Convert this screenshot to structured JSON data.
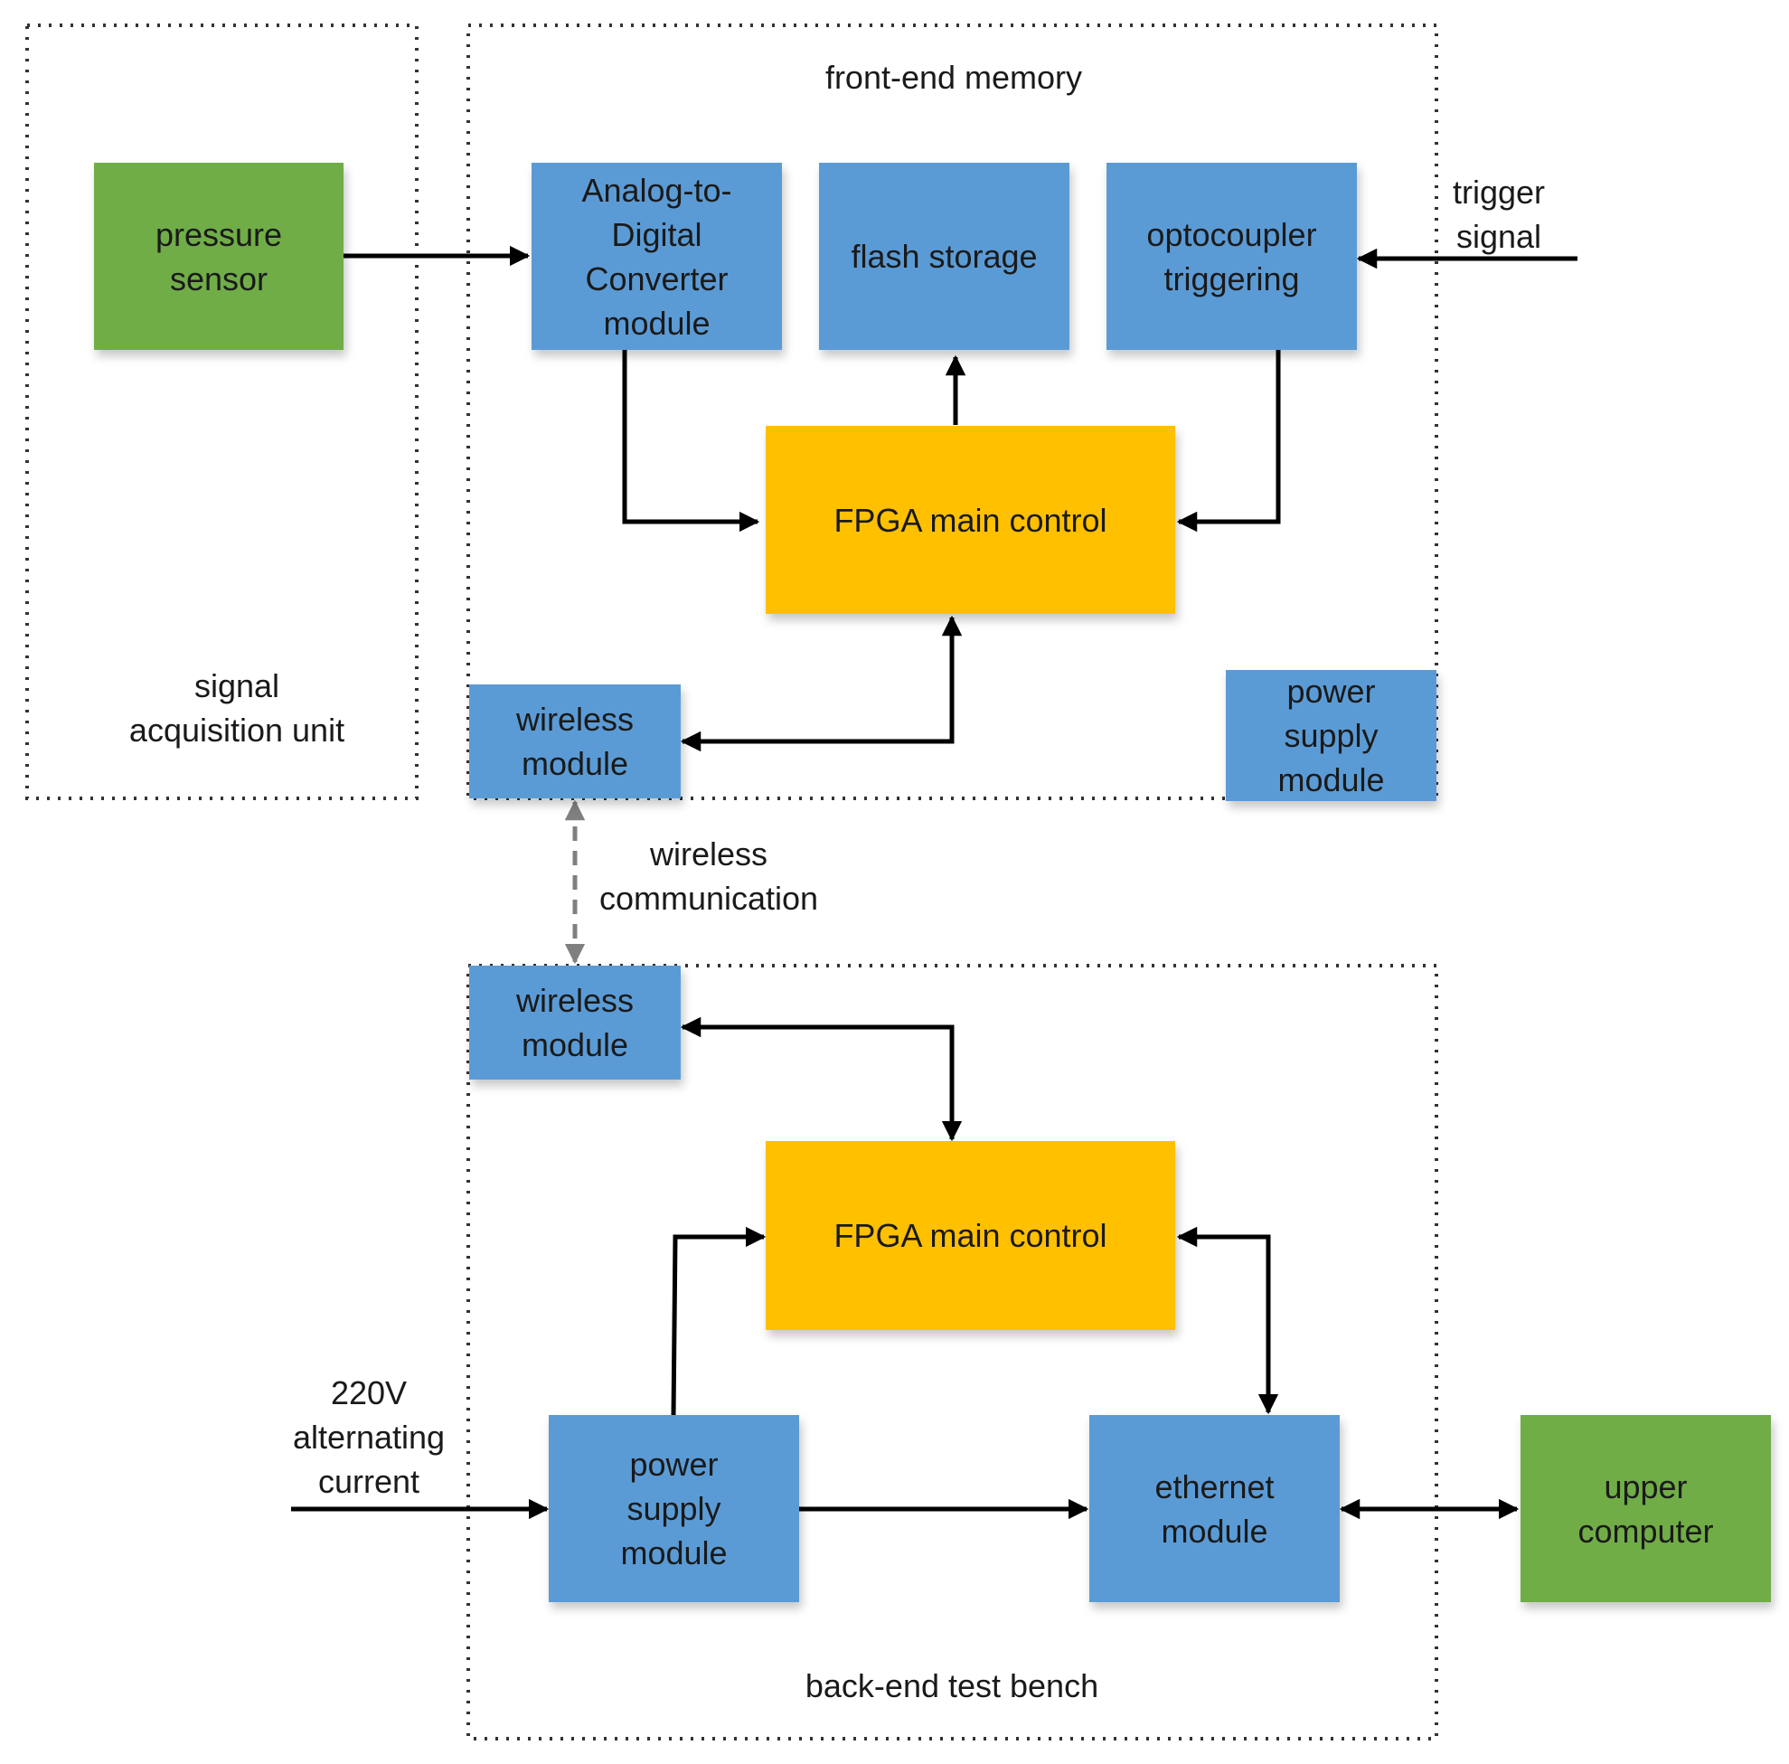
{
  "colors": {
    "module": "#5b9bd5",
    "controller": "#ffc000",
    "external": "#70ad47",
    "arrow": "#000000",
    "wireless_link": "#808080"
  },
  "groups": {
    "signal_acquisition": [
      "signal",
      "acquisition unit"
    ],
    "front_end": [
      "front-end memory"
    ],
    "back_end": [
      "back-end test bench"
    ]
  },
  "nodes": {
    "pressure_sensor": [
      "pressure",
      "sensor"
    ],
    "adc": [
      "Analog-to-",
      "Digital",
      "Converter",
      "module"
    ],
    "flash": [
      "flash storage"
    ],
    "optocoupler": [
      "optocoupler",
      "triggering"
    ],
    "fpga_front": [
      "FPGA main control"
    ],
    "wireless_front": [
      "wireless",
      "module"
    ],
    "power_front": [
      "power",
      "supply",
      "module"
    ],
    "wireless_back": [
      "wireless",
      "module"
    ],
    "fpga_back": [
      "FPGA main control"
    ],
    "power_back": [
      "power",
      "supply",
      "module"
    ],
    "ethernet": [
      "ethernet",
      "module"
    ],
    "upper_computer": [
      "upper",
      "computer"
    ]
  },
  "edge_labels": {
    "trigger": [
      "trigger",
      "signal"
    ],
    "wireless_link": [
      "wireless",
      "communication"
    ],
    "ac_input": [
      "220V",
      "alternating",
      "current"
    ]
  }
}
